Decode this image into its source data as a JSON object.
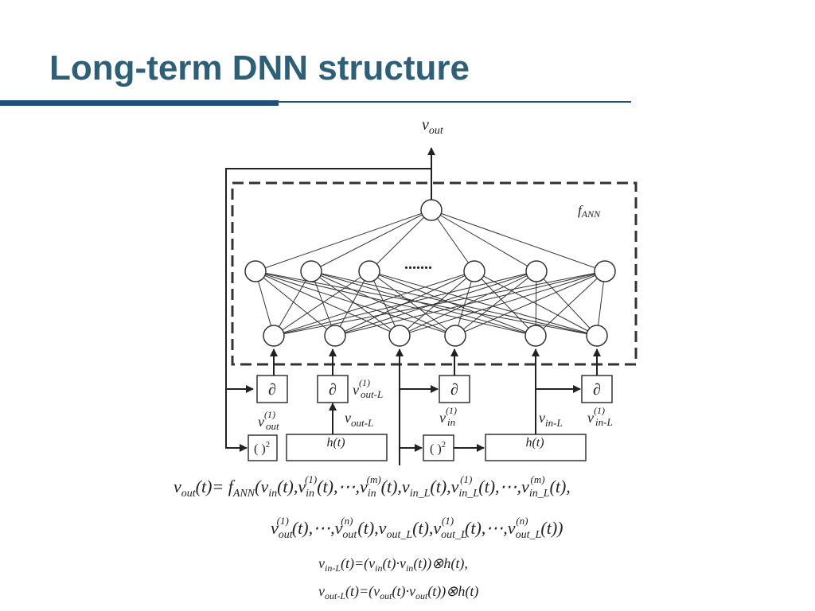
{
  "title": "Long-term DNN structure",
  "diagram": {
    "v_out_label": "v",
    "v_out_sub": "out",
    "f_ann_label": "f",
    "f_ann_sub": "ANN",
    "hidden_dots": ".......",
    "partial_symbol": "∂",
    "square_label": "( )",
    "square_exp": "2",
    "h_label": "h(t)",
    "v_label": "v",
    "sup1": "(1)",
    "sub_out": "out",
    "sub_in": "in",
    "sub_out_L": "out-L",
    "sub_in_L": "in-L"
  },
  "equations": {
    "main_line1": "vout(t)= fANN(vin(t),vin(1)(t),⋯,vin(m)(t),vin_L(t),vin_L(1)(t),⋯,vin_L(m)(t),",
    "main_line2": "vout(1)(t),⋯,vout(n)(t),vout_L(t),vout_L(1)(t),⋯,vout_L(n)(t))",
    "eq_in_L": "vin-L(t)=(vin(t)·vin(t))⊗h(t),",
    "eq_out_L": "vout-L(t)=(vout(t)·vout(t))⊗h(t)"
  }
}
